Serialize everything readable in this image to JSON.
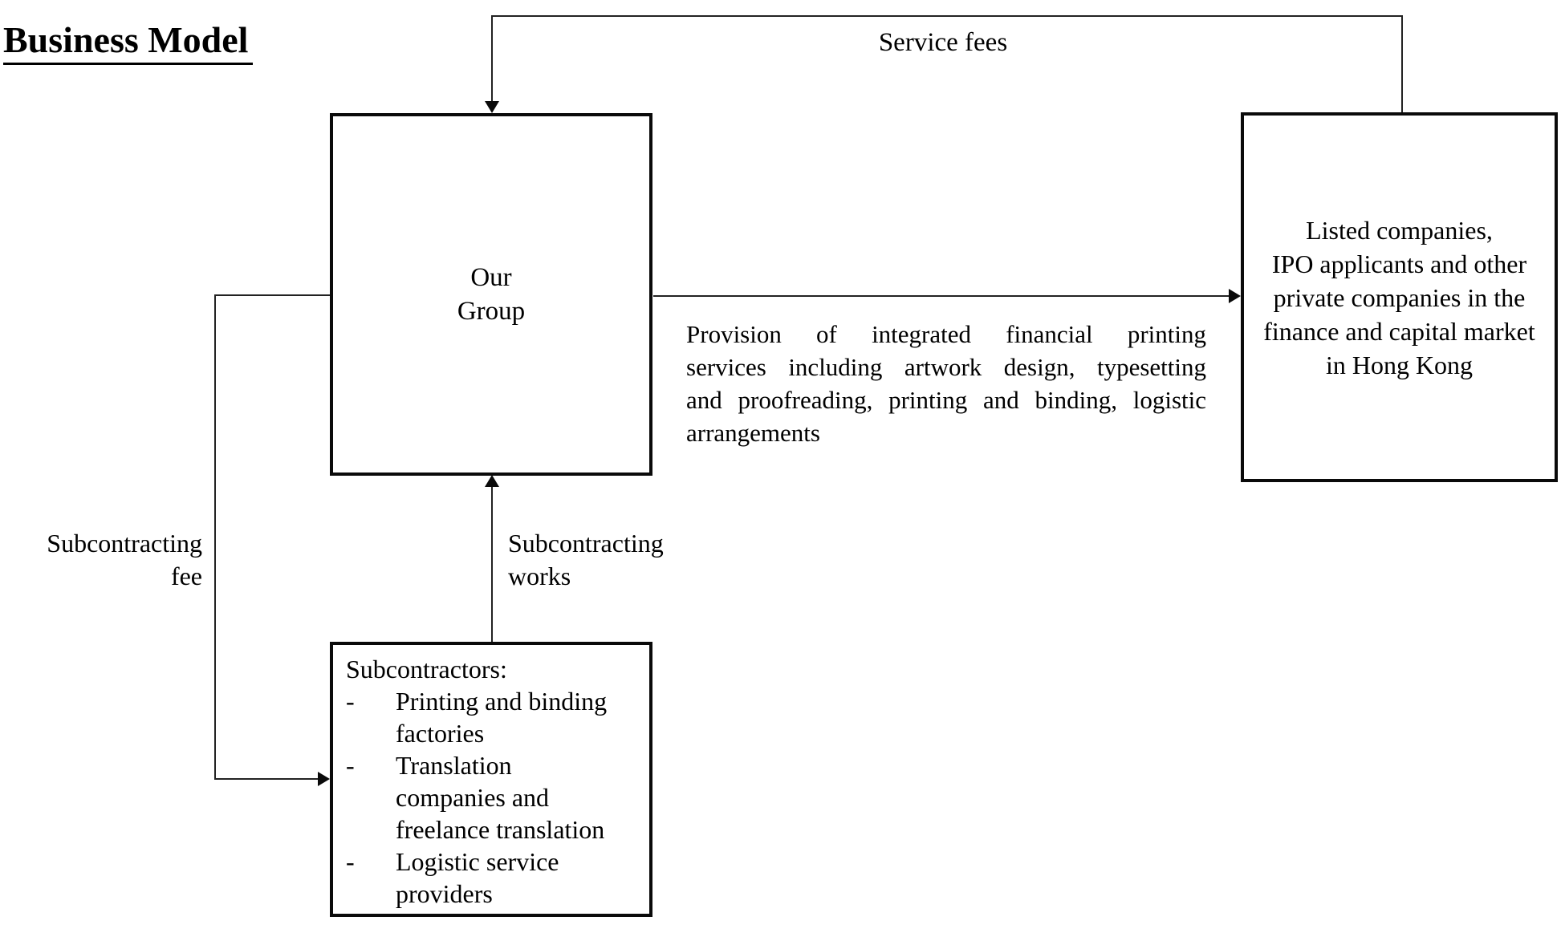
{
  "title": "Business Model",
  "boxes": {
    "our_group": {
      "text": "Our\nGroup"
    },
    "clients": {
      "text": "Listed companies,\nIPO applicants and other\nprivate companies in the\nfinance and capital market\nin Hong Kong"
    },
    "subcontractors": {
      "heading": "Subcontractors:",
      "bullet": "-",
      "items": [
        "Printing and binding\nfactories",
        "Translation\ncompanies and\nfreelance translation",
        "Logistic service\nproviders"
      ]
    }
  },
  "edges": {
    "service_fees": {
      "label": "Service fees"
    },
    "provision": {
      "lines": [
        "Provision of integrated financial printing",
        "services including artwork design, typesetting",
        "and proofreading, printing and binding, logistic",
        "arrangements"
      ]
    },
    "subcontracting_fee": {
      "label": "Subcontracting\nfee"
    },
    "subcontracting_works": {
      "label": "Subcontracting\nworks"
    }
  },
  "colors": {
    "ink": "#000000",
    "line": "#222222",
    "background": "#ffffff"
  }
}
